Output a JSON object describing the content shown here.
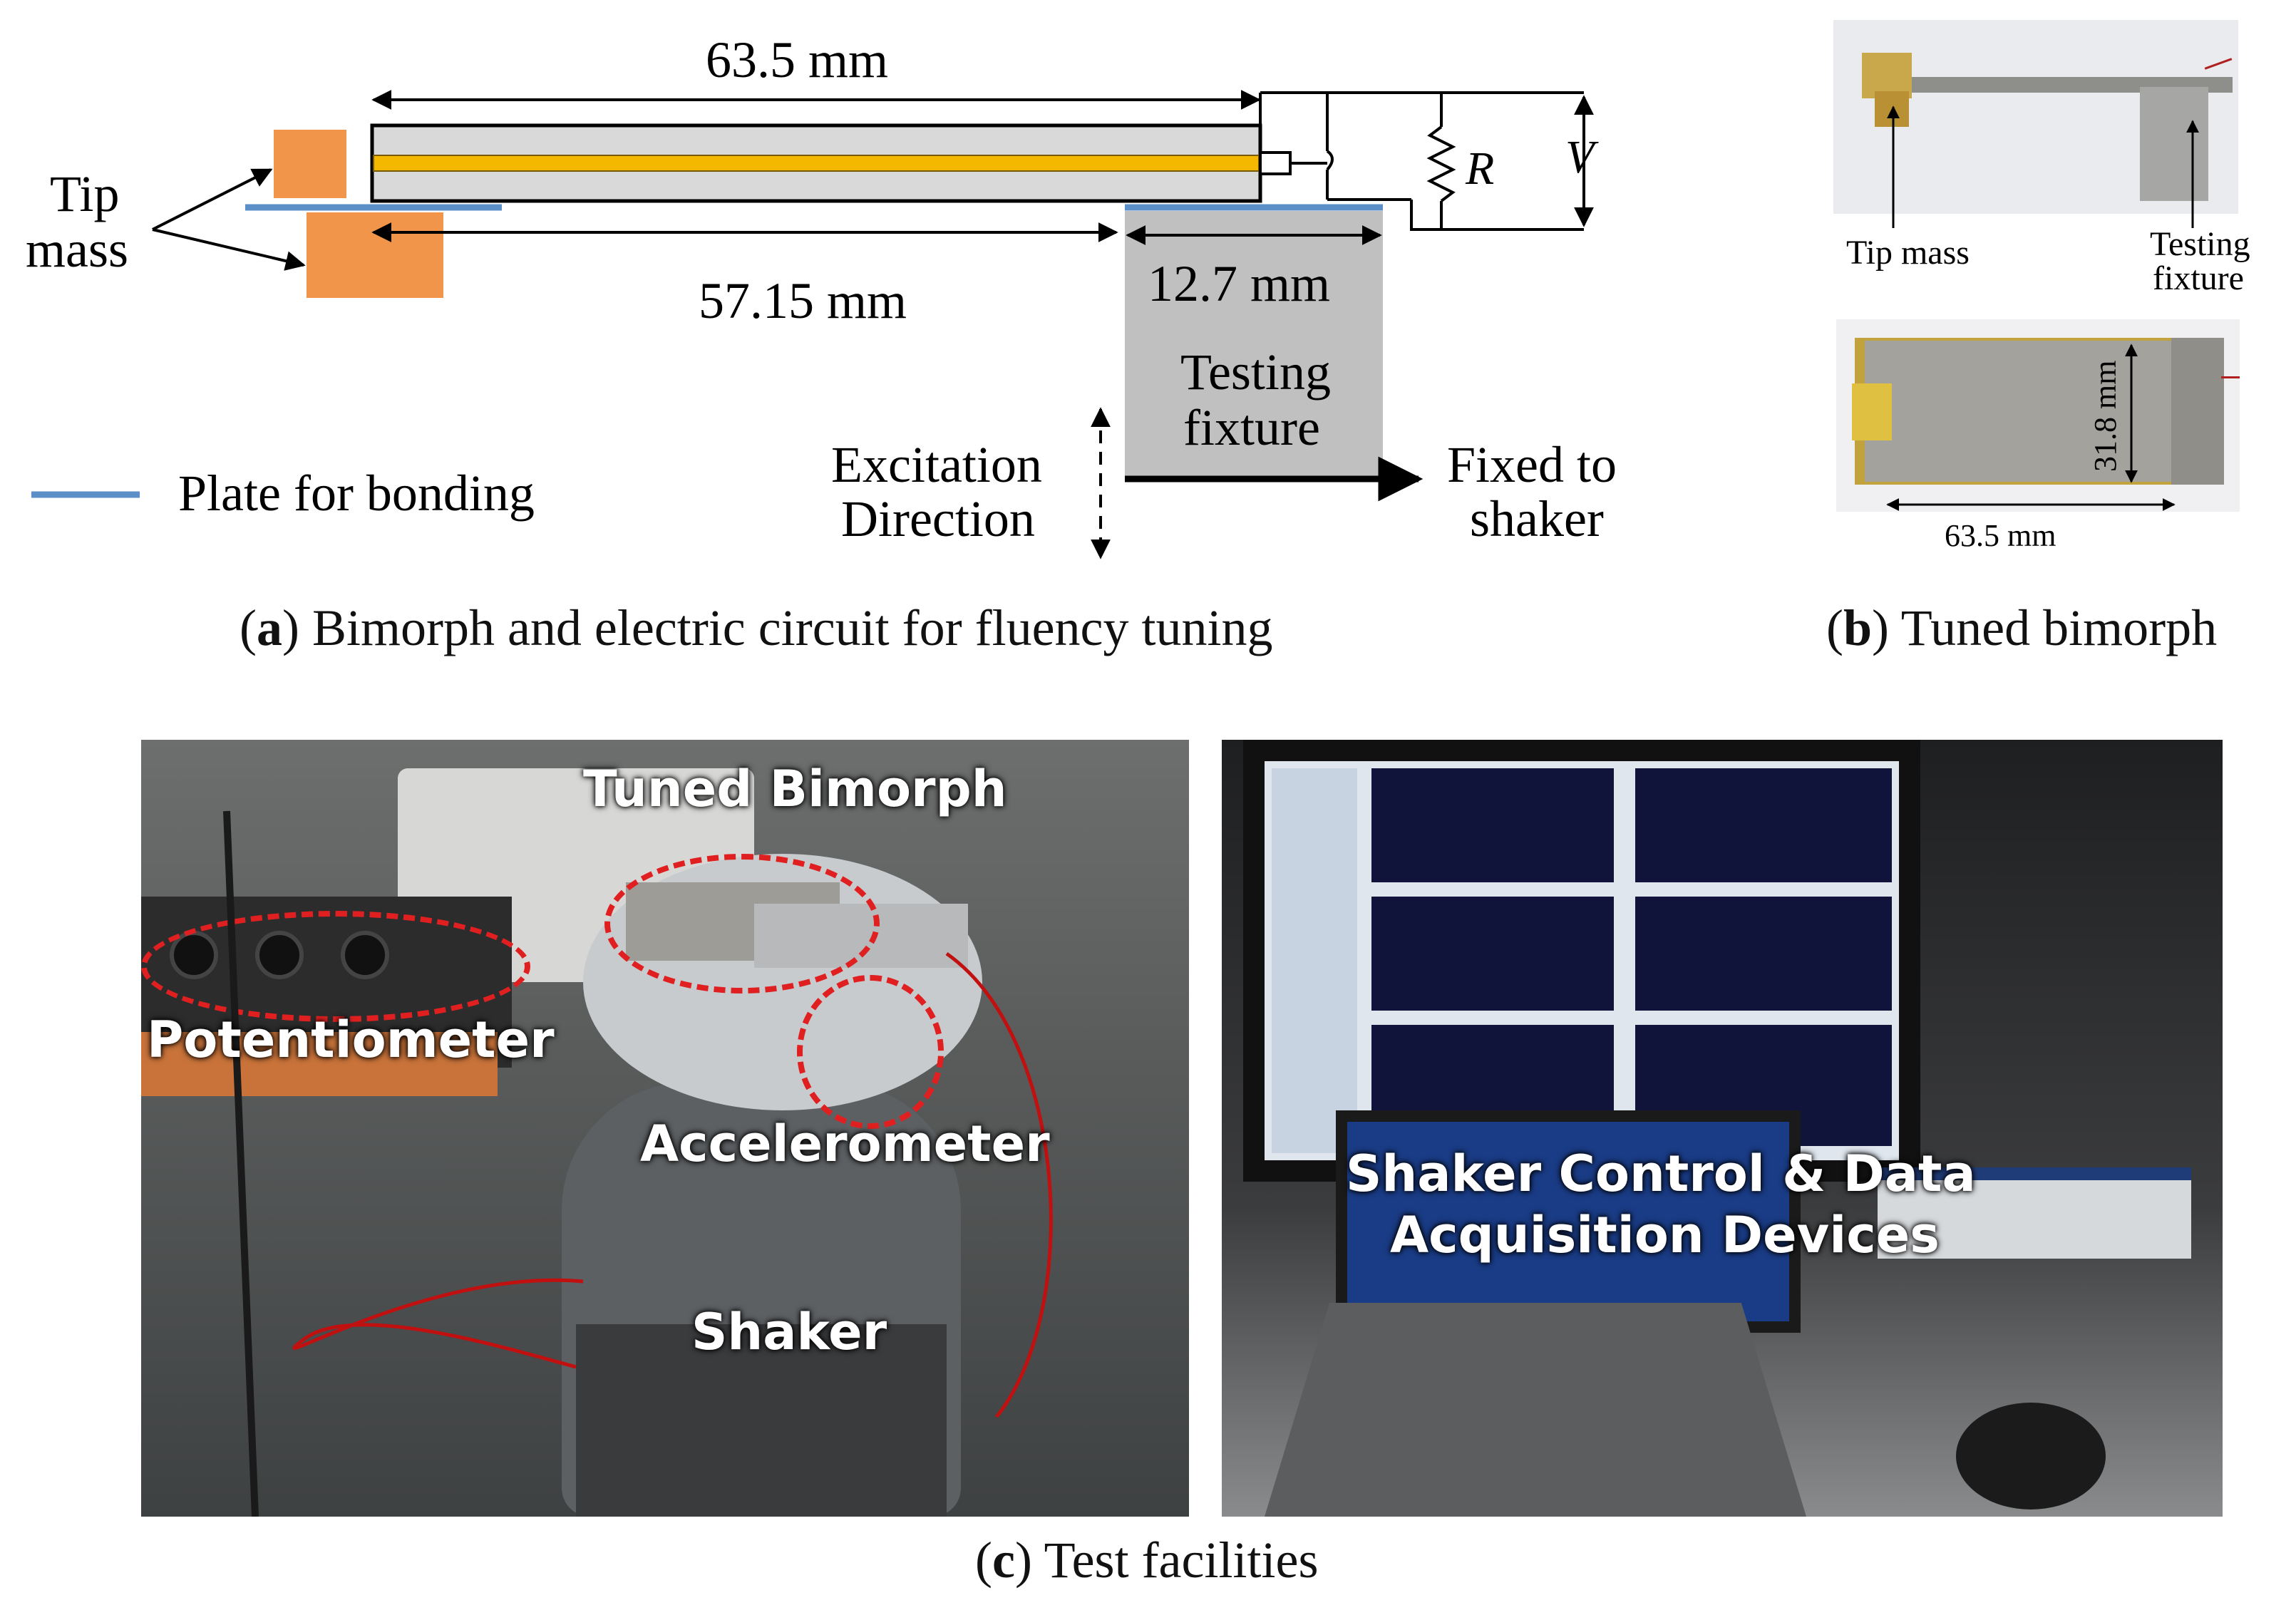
{
  "panel_a": {
    "dim_total_length": "63.5 mm",
    "dim_free_length": "57.15 mm",
    "dim_clamp_length": "12.7 mm",
    "label_tip_mass_line1": "Tip",
    "label_tip_mass_line2": "mass",
    "label_resistor": "R",
    "label_voltage": "V",
    "label_fixture_line1": "Testing",
    "label_fixture_line2": "fixture",
    "label_excitation_line1": "Excitation",
    "label_excitation_line2": "Direction",
    "label_fixed_line1": "Fixed to",
    "label_fixed_line2": "shaker",
    "legend_plate": "Plate for bonding",
    "caption_letter": "a",
    "caption_text": " Bimorph and electric circuit for fluency tuning",
    "colors": {
      "tip_mass": "#F0954A",
      "bimorph_shell": "#D9D9D9",
      "piezo_core": "#F5B800",
      "plate": "#5B8FC7",
      "fixture": "#C0C0C0"
    }
  },
  "panel_b": {
    "label_tip_mass": "Tip mass",
    "label_fixture_line1": "Testing",
    "label_fixture_line2": "fixture",
    "dim_width": "31.8 mm",
    "dim_length": "63.5 mm",
    "caption_letter": "b",
    "caption_text": " Tuned bimorph"
  },
  "panel_c": {
    "label_tuned_bimorph": "Tuned Bimorph",
    "label_potentiometer": "Potentiometer",
    "label_accelerometer": "Accelerometer",
    "label_shaker": "Shaker",
    "label_daq_line1": "Shaker Control & Data",
    "label_daq_line2": "Acquisition Devices",
    "caption_letter": "c",
    "caption_text": " Test facilities"
  }
}
